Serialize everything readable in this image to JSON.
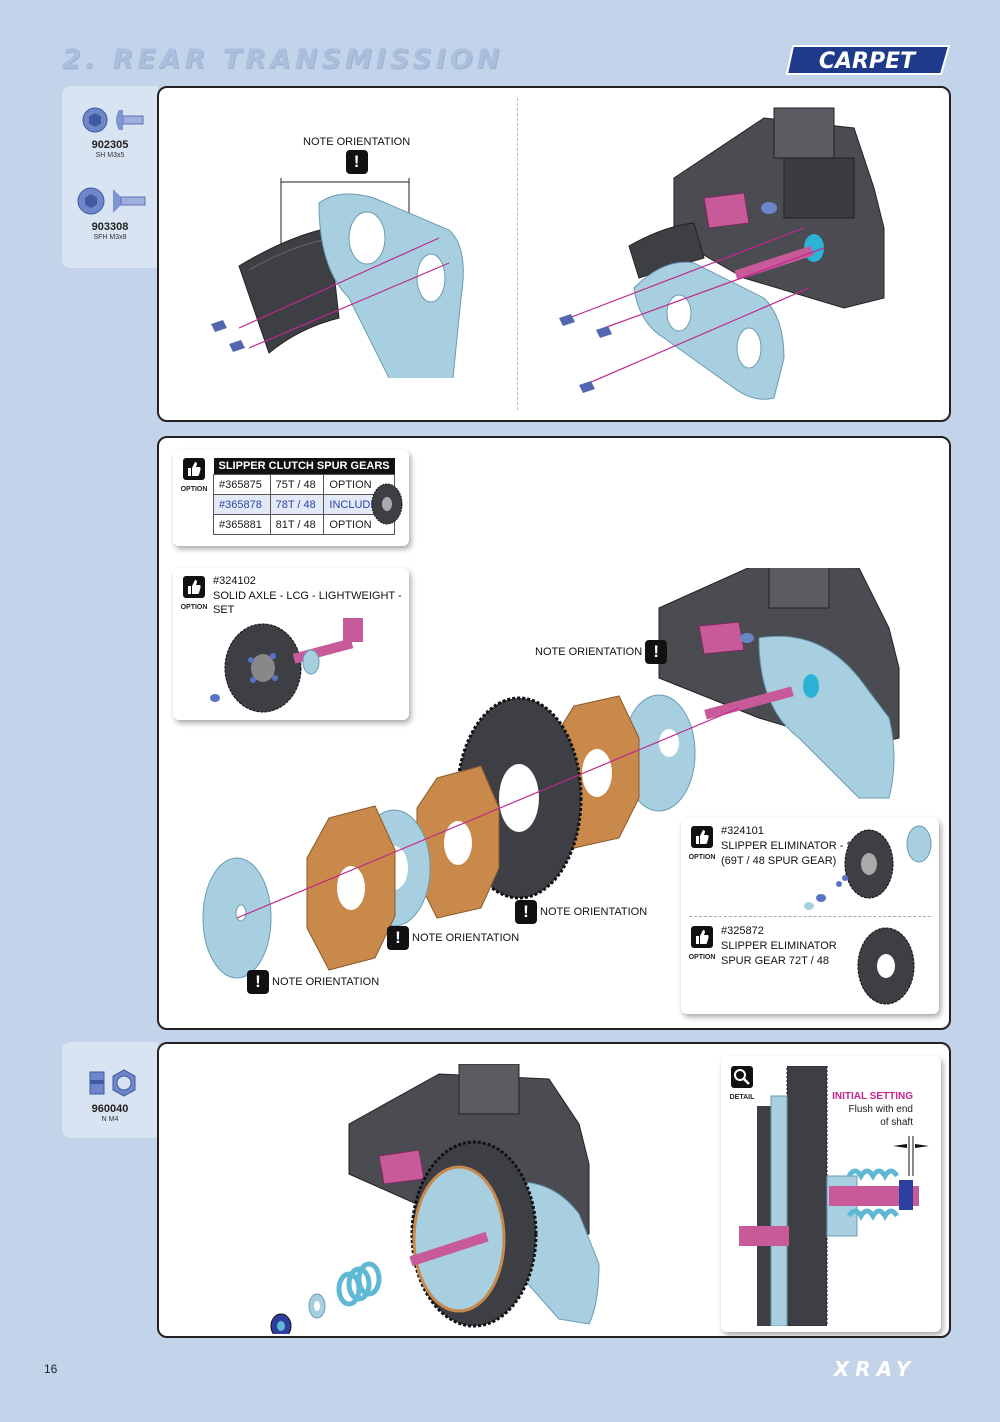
{
  "header": {
    "title": "2. REAR TRANSMISSION",
    "badge": "CARPET"
  },
  "parts_top": [
    {
      "code": "902305",
      "desc": "SH M3x5"
    },
    {
      "code": "903308",
      "desc": "SFH M3x8"
    }
  ],
  "parts_bottom": [
    {
      "code": "960040",
      "desc": "N M4"
    }
  ],
  "notes": {
    "orientation": "NOTE ORIENTATION"
  },
  "option_label": "OPTION",
  "detail_label": "DETAIL",
  "spur_table": {
    "header": "SLIPPER CLUTCH SPUR GEARS",
    "rows": [
      [
        "#365875",
        "75T / 48",
        "OPTION"
      ],
      [
        "#365878",
        "78T / 48",
        "INCLUDED"
      ],
      [
        "#365881",
        "81T / 48",
        "OPTION"
      ]
    ]
  },
  "option_axle": {
    "code": "#324102",
    "desc": "SOLID AXLE - LCG - LIGHTWEIGHT - SET"
  },
  "option_eliminator": {
    "code": "#324101",
    "line1": "SLIPPER ELIMINATOR - SET",
    "line2": "(69T / 48 SPUR GEAR)"
  },
  "option_eliminator_gear": {
    "code": "#325872",
    "line1": "SLIPPER ELIMINATOR",
    "line2": "SPUR GEAR 72T / 48"
  },
  "initial_setting": {
    "title": "INITIAL SETTING",
    "line1": "Flush with end",
    "line2": "of shaft"
  },
  "footer": {
    "page": "16",
    "brand": "XRAY"
  },
  "colors": {
    "background": "#c2d3ea",
    "accent_magenta": "#c0288d",
    "part_blue": "#a8cfe0",
    "fiber_orange": "#c8894a"
  }
}
